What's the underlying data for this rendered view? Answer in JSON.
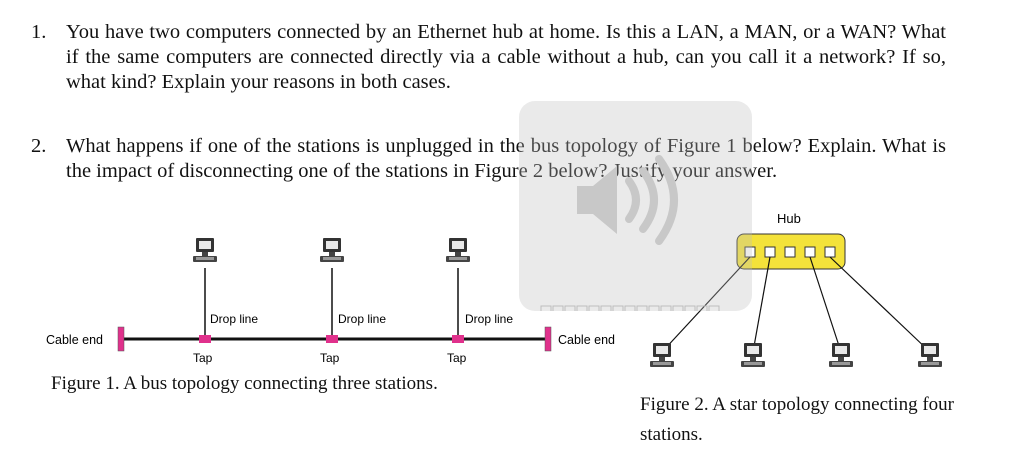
{
  "questions": [
    {
      "number": "1.",
      "text": "You have two computers connected by an Ethernet hub at home. Is this a LAN, a MAN, or a WAN? What if the same computers are connected directly via a cable without a hub, can you call it a network? If so, what kind? Explain your reasons in both cases."
    },
    {
      "number": "2.",
      "text": "What happens if one of the stations is unplugged in the bus topology of Figure 1 below? Explain. What is the impact of disconnecting one of the stations in Figure 2 below? Justify your answer."
    }
  ],
  "figure1": {
    "caption": "Figure 1. A bus topology connecting three stations.",
    "cable_end_left": "Cable end",
    "cable_end_right": "Cable end",
    "drop_labels": [
      "Drop line",
      "Drop line",
      "Drop line"
    ],
    "tap_labels": [
      "Tap",
      "Tap",
      "Tap"
    ]
  },
  "figure2": {
    "caption": "Figure 2. A star topology connecting four stations.",
    "hub_label": "Hub"
  },
  "colors": {
    "tap": "#e0318c",
    "hub_fill": "#f4e23a",
    "bus_line": "#111111"
  },
  "icons": {
    "station": "computer-icon",
    "overlay": "speaker-icon"
  }
}
